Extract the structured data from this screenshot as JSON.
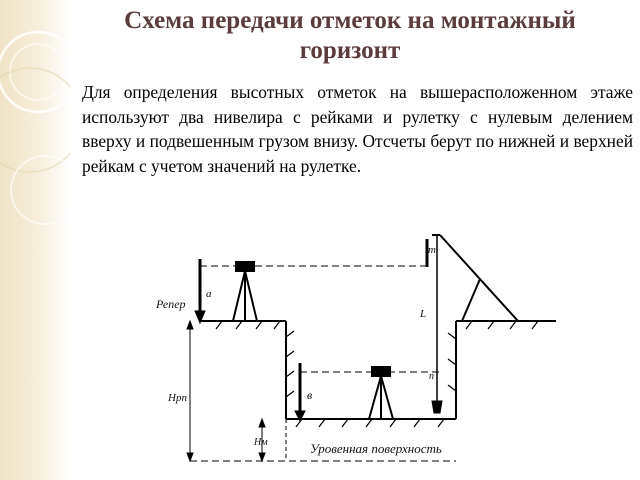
{
  "slide": {
    "title": "Схема передачи отметок на монтажный горизонт",
    "body": "Для определения высотных отметок на вышерасположенном этаже используют два нивелира с рейками и рулетку с нулевым делением вверху и подвешенным грузом внизу. Отсчеты берут по нижней и верхней рейкам с учетом значений на рулетке."
  },
  "diagram": {
    "labels": {
      "reper": "Репер",
      "a": "a",
      "h_rp": "Hрп",
      "h_m": "Hм",
      "b": "в",
      "m": "m",
      "l": "L",
      "n": "n",
      "level_surface": "Уровенная поверхность"
    }
  },
  "colors": {
    "title": "#5a3c3c",
    "text": "#000000",
    "decor": "#efe3c7"
  }
}
